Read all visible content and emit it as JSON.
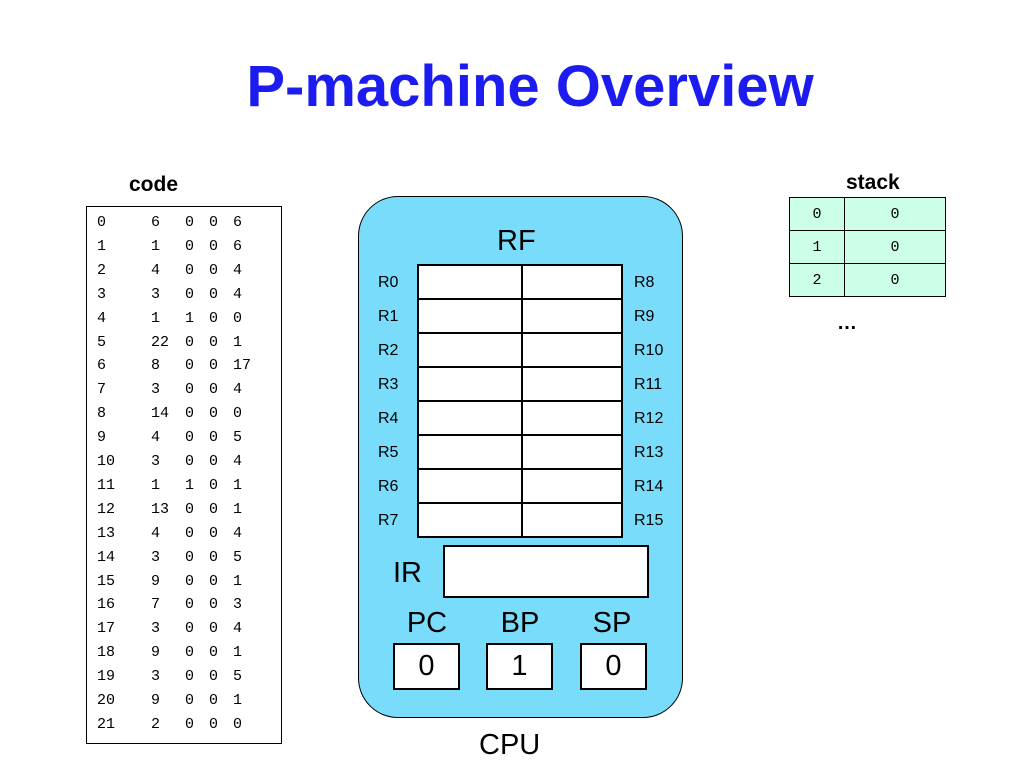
{
  "title": "P-machine Overview",
  "code": {
    "label": "code",
    "rows": [
      [
        "0",
        "6",
        "0",
        "0",
        "6"
      ],
      [
        "1",
        "1",
        "0",
        "0",
        "6"
      ],
      [
        "2",
        "4",
        "0",
        "0",
        "4"
      ],
      [
        "3",
        "3",
        "0",
        "0",
        "4"
      ],
      [
        "4",
        "1",
        "1",
        "0",
        "0"
      ],
      [
        "5",
        "22",
        "0",
        "0",
        "1"
      ],
      [
        "6",
        "8",
        "0",
        "0",
        "17"
      ],
      [
        "7",
        "3",
        "0",
        "0",
        "4"
      ],
      [
        "8",
        "14",
        "0",
        "0",
        "0"
      ],
      [
        "9",
        "4",
        "0",
        "0",
        "5"
      ],
      [
        "10",
        "3",
        "0",
        "0",
        "4"
      ],
      [
        "11",
        "1",
        "1",
        "0",
        "1"
      ],
      [
        "12",
        "13",
        "0",
        "0",
        "1"
      ],
      [
        "13",
        "4",
        "0",
        "0",
        "4"
      ],
      [
        "14",
        "3",
        "0",
        "0",
        "5"
      ],
      [
        "15",
        "9",
        "0",
        "0",
        "1"
      ],
      [
        "16",
        "7",
        "0",
        "0",
        "3"
      ],
      [
        "17",
        "3",
        "0",
        "0",
        "4"
      ],
      [
        "18",
        "9",
        "0",
        "0",
        "1"
      ],
      [
        "19",
        "3",
        "0",
        "0",
        "5"
      ],
      [
        "20",
        "9",
        "0",
        "0",
        "1"
      ],
      [
        "21",
        "2",
        "0",
        "0",
        "0"
      ]
    ]
  },
  "stack": {
    "label": "stack",
    "rows": [
      {
        "index": "0",
        "value": "0"
      },
      {
        "index": "1",
        "value": "0"
      },
      {
        "index": "2",
        "value": "0"
      }
    ],
    "more": "…"
  },
  "cpu": {
    "label": "CPU",
    "rf_label": "RF",
    "registers_left": [
      "R0",
      "R1",
      "R2",
      "R3",
      "R4",
      "R5",
      "R6",
      "R7"
    ],
    "registers_right": [
      "R8",
      "R9",
      "R10",
      "R11",
      "R12",
      "R13",
      "R14",
      "R15"
    ],
    "ir_label": "IR",
    "pointers": [
      {
        "name": "PC",
        "value": "0"
      },
      {
        "name": "BP",
        "value": "1"
      },
      {
        "name": "SP",
        "value": "0"
      }
    ]
  }
}
